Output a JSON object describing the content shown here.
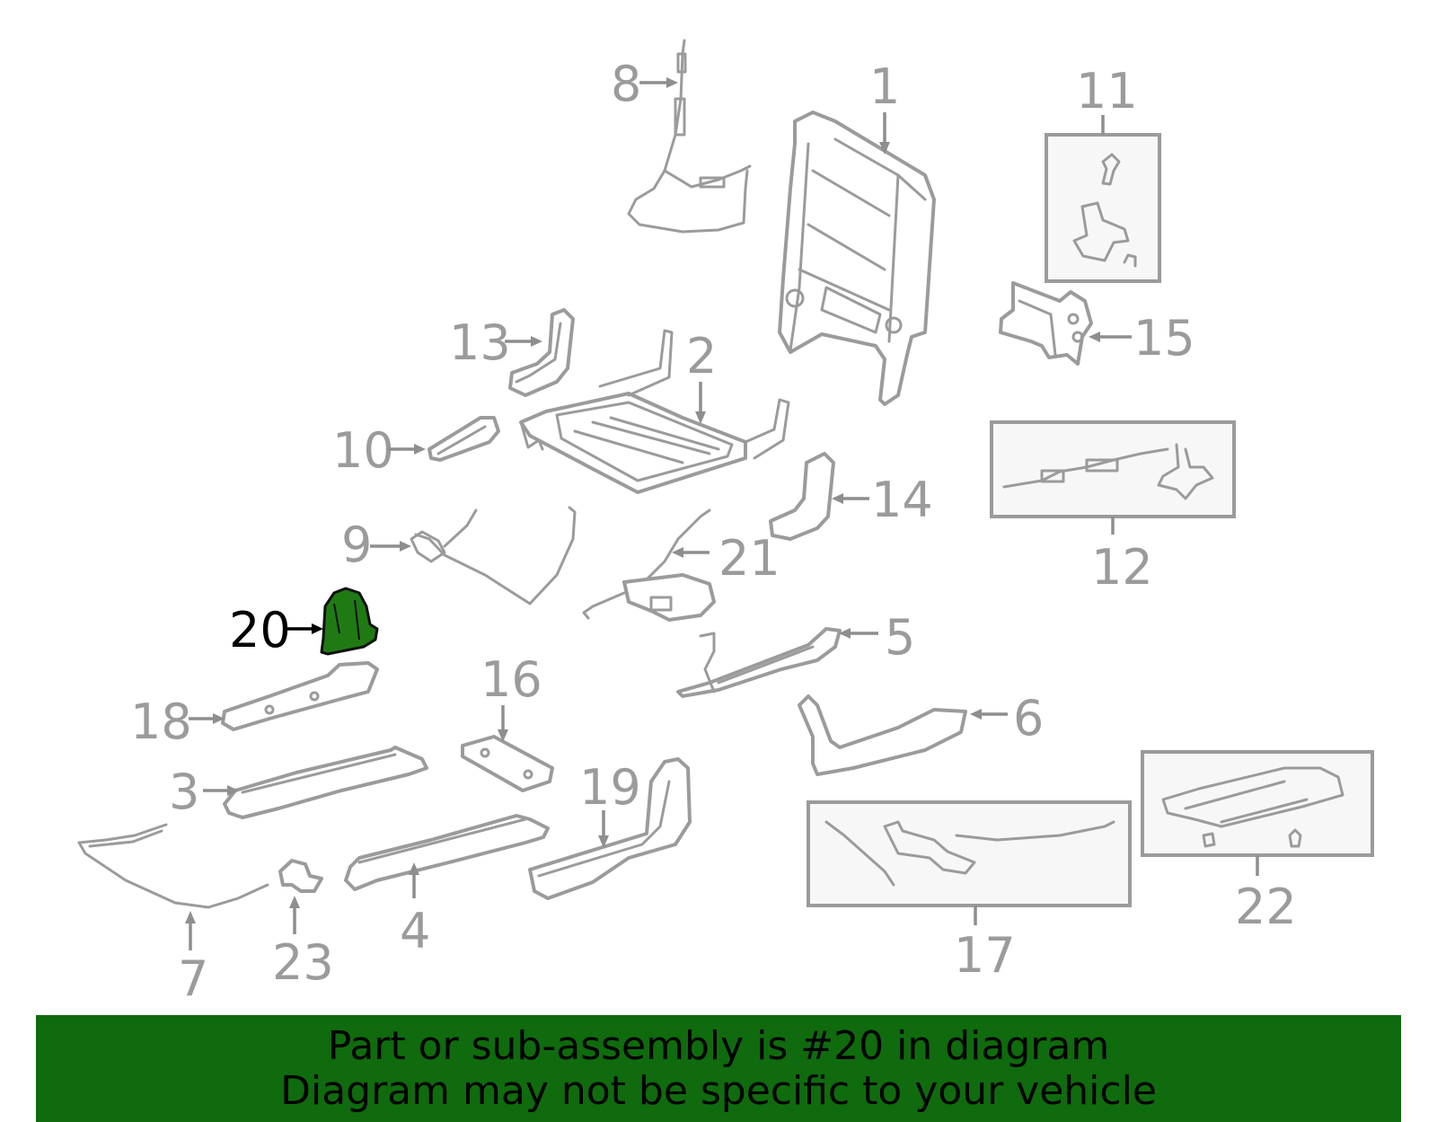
{
  "callouts": {
    "n1": "1",
    "n2": "2",
    "n3": "3",
    "n4": "4",
    "n5": "5",
    "n6": "6",
    "n7": "7",
    "n8": "8",
    "n9": "9",
    "n10": "10",
    "n11": "11",
    "n12": "12",
    "n13": "13",
    "n14": "14",
    "n15": "15",
    "n16": "16",
    "n17": "17",
    "n18": "18",
    "n19": "19",
    "n20": "20",
    "n21": "21",
    "n22": "22",
    "n23": "23"
  },
  "highlighted_part": "20",
  "colors": {
    "highlight": "#1f7a14",
    "banner": "#0f6b0d",
    "line": "#9b9b9b"
  },
  "banner": {
    "line1": "Part or sub-assembly is #20 in diagram",
    "line2": "Diagram may not be specific to your vehicle"
  }
}
